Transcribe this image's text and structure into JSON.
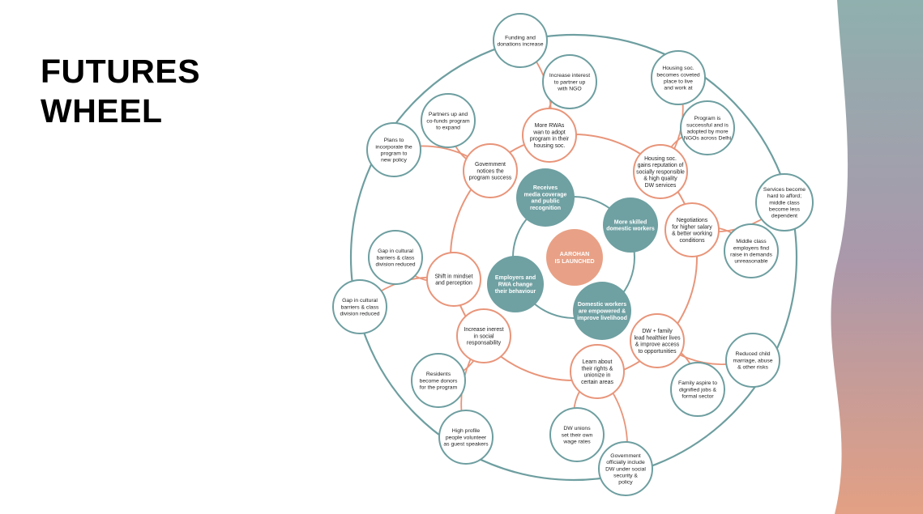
{
  "title": {
    "line1": "FUTURES",
    "line2": "WHEEL"
  },
  "colors": {
    "teal": "#6e9ea0",
    "orange": "#e8957a",
    "center_fill": "#e8a186",
    "teal_fill": "#6fa0a2",
    "bar_top": "#8fb0ae",
    "bar_mid": "#aa98ab",
    "bar_bottom": "#e3a084"
  },
  "center": {
    "lines": [
      "AAROHAN",
      "IS LAUNCHED"
    ]
  },
  "first_order": [
    {
      "id": "media",
      "lines": [
        "Receives",
        "media coverage",
        "and public",
        "recognition"
      ]
    },
    {
      "id": "skilled",
      "lines": [
        "More skilled",
        "domestic workers"
      ]
    },
    {
      "id": "empowered",
      "lines": [
        "Domestic workers",
        "are empowered &",
        "improve livelihood"
      ]
    },
    {
      "id": "employers",
      "lines": [
        "Employers and",
        "RWA change",
        "their behaviour"
      ]
    }
  ],
  "second_order": [
    {
      "id": "rwas",
      "lines": [
        "More RWAs",
        "wan to adopt",
        "program in their",
        "housing soc."
      ]
    },
    {
      "id": "reputation",
      "lines": [
        "Housing soc.",
        "gains reputation of",
        "socially responsible",
        "& high quality",
        "DW services"
      ]
    },
    {
      "id": "negotiations",
      "lines": [
        "Negotiations",
        "for higher salary",
        "& better working",
        "conditions"
      ]
    },
    {
      "id": "healthier",
      "lines": [
        "DW + family",
        "lead healthier lives",
        "& improve access",
        "to opportunities"
      ]
    },
    {
      "id": "rights",
      "lines": [
        "Learn about",
        "their rights &",
        "unionize in",
        "certain areas"
      ]
    },
    {
      "id": "social",
      "lines": [
        "Increase inerest",
        "in social",
        "responsability"
      ]
    },
    {
      "id": "mindset",
      "lines": [
        "Shift in mindset",
        "and perception"
      ]
    },
    {
      "id": "gov_notice",
      "lines": [
        "Government",
        "notices the",
        "program success"
      ]
    }
  ],
  "third_order": [
    {
      "id": "funding",
      "lines": [
        "Funding and",
        "donations increase"
      ]
    },
    {
      "id": "partner_ngo",
      "lines": [
        "Increase interest",
        "to partner up",
        "with NGO"
      ]
    },
    {
      "id": "coveted",
      "lines": [
        "Housing soc.",
        "becomes coveted",
        "place to live",
        "and work at"
      ]
    },
    {
      "id": "ngos_delhi",
      "lines": [
        "Program is",
        "successful and is",
        "adopted by more",
        "NGOs across Delhi"
      ]
    },
    {
      "id": "services",
      "lines": [
        "Services become",
        "hard to afford;",
        "middle class",
        "become less",
        "dependent"
      ]
    },
    {
      "id": "middle_class",
      "lines": [
        "Middle class",
        "employers find",
        "raise in demands",
        "unreasonable"
      ]
    },
    {
      "id": "child_marriage",
      "lines": [
        "Reduced child",
        "marriage, abuse",
        "& other risks"
      ]
    },
    {
      "id": "dignified",
      "lines": [
        "Family aspire to",
        "dignified jobs &",
        "formal sector"
      ]
    },
    {
      "id": "unions",
      "lines": [
        "DW unions",
        "set their own",
        "wage rates"
      ]
    },
    {
      "id": "gov_include",
      "lines": [
        "Government",
        "officially include",
        "DW under social",
        "security &",
        "policy"
      ]
    },
    {
      "id": "volunteers",
      "lines": [
        "High profile",
        "people volunteer",
        "as guest speakers"
      ]
    },
    {
      "id": "donors",
      "lines": [
        "Residents",
        "become donors",
        "for the program"
      ]
    },
    {
      "id": "gap_outer",
      "lines": [
        "Gap in cultural",
        "barriers & class",
        "division reduced"
      ]
    },
    {
      "id": "gap_inner",
      "lines": [
        "Gap in cultural",
        "barriers & class",
        "division reduced"
      ]
    },
    {
      "id": "policy",
      "lines": [
        "Plans to",
        "incorporate the",
        "program to",
        "new policy"
      ]
    },
    {
      "id": "cofunds",
      "lines": [
        "Partners up and",
        "co-funds program",
        "to expand"
      ]
    }
  ]
}
